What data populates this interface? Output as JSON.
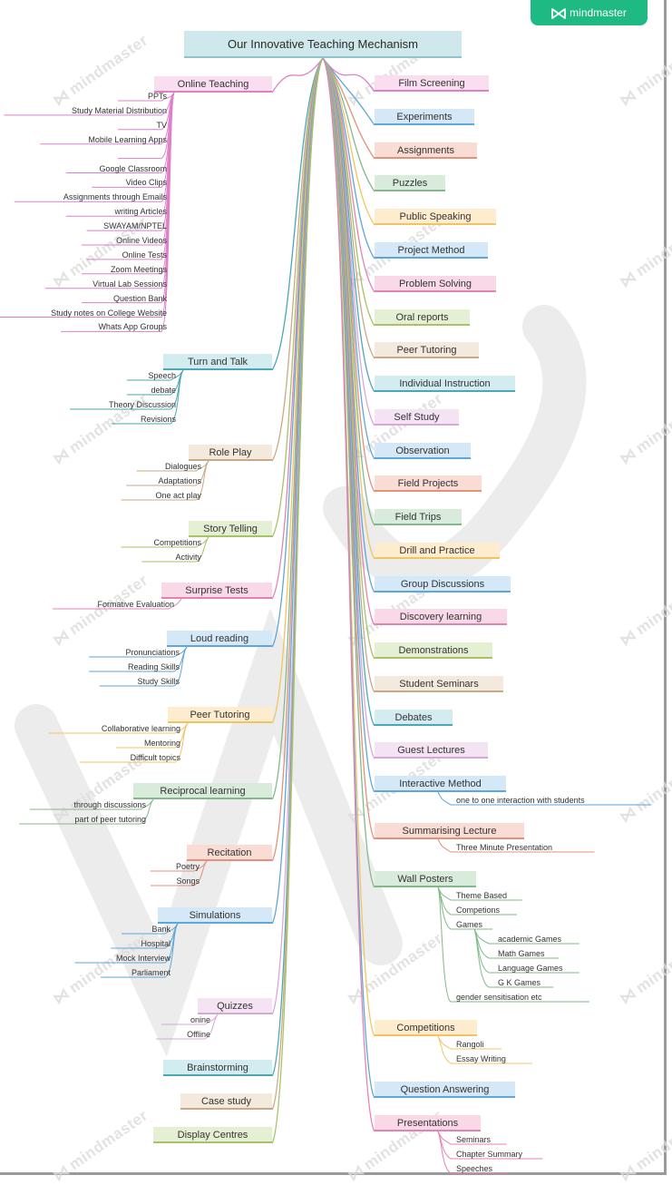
{
  "brand": {
    "label": "mindmaster",
    "color": "#1fb983"
  },
  "watermark_text": "mindmaster",
  "title": "Our Innovative Teaching Mechanism",
  "left_topics": [
    {
      "label": "Online Teaching",
      "color": "#e07fc9",
      "fill": "#f8deef",
      "children": [
        "PPTs",
        "Study  Material Distribution",
        "TV",
        "Mobile  Learning Apps",
        "",
        "Google Classroom",
        "Video Clips",
        "Assignments through Emails",
        "writing Articles",
        "SWAYAM/NPTEL",
        "Online Videos",
        "Online Tests",
        "Zoom Meetings",
        "Virtual Lab Sessions",
        "Question Bank",
        "Study notes on College Website",
        "Whats App  Groups"
      ]
    },
    {
      "label": "Turn and Talk",
      "color": "#4aa8b6",
      "fill": "#d3ecf0",
      "children": [
        "Speech",
        "debate",
        "Theory Discussion",
        "Revisions"
      ]
    },
    {
      "label": "Role Play",
      "color": "#c8aa86",
      "fill": "#f3e9dd",
      "children": [
        "Dialogues",
        "Adaptations",
        "One act play"
      ]
    },
    {
      "label": "Story Telling",
      "color": "#a8c266",
      "fill": "#e5efd3",
      "children": [
        "Competitions",
        "Activity"
      ]
    },
    {
      "label": "Surprise Tests",
      "color": "#e483b3",
      "fill": "#f9d9e8",
      "children": [
        "Formative Evaluation"
      ]
    },
    {
      "label": "Loud reading",
      "color": "#5fa6d9",
      "fill": "#d5e8f7",
      "children": [
        "Pronunciations",
        "Reading Skills",
        "Study Skills"
      ]
    },
    {
      "label": "Peer Tutoring",
      "color": "#f0c560",
      "fill": "#fdeccd",
      "children": [
        "Collaborative learning",
        "Mentoring",
        "Difficult topics"
      ]
    },
    {
      "label": "Reciprocal learning",
      "color": "#82b98a",
      "fill": "#d9ecdc",
      "children": [
        "through discussions",
        "part of peer tutoring"
      ]
    },
    {
      "label": "Recitation",
      "color": "#e4907a",
      "fill": "#f9dcd4",
      "children": [
        "Poetry",
        "Songs"
      ]
    },
    {
      "label": "Simulations",
      "color": "#5fa6d9",
      "fill": "#d5e8f7",
      "children": [
        "Bank",
        "Hospital",
        "Mock  Interview",
        "Parliament"
      ]
    },
    {
      "label": "Quizzes",
      "color": "#d9a6d8",
      "fill": "#f4e3f3",
      "children": [
        "onine",
        "Offline"
      ]
    },
    {
      "label": "Brainstorming",
      "color": "#4aa8b6",
      "fill": "#d3ecf0",
      "children": []
    },
    {
      "label": "Case study",
      "color": "#c8aa86",
      "fill": "#f3e9dd",
      "children": []
    },
    {
      "label": "Display Centres",
      "color": "#a8c266",
      "fill": "#e5efd3",
      "children": []
    }
  ],
  "right_topics": [
    {
      "label": "Film Screening",
      "color": "#e07fc9",
      "fill": "#f8deef",
      "children": []
    },
    {
      "label": "Experiments",
      "color": "#5fa6d9",
      "fill": "#d5e8f7",
      "children": []
    },
    {
      "label": "Assignments",
      "color": "#e4907a",
      "fill": "#f9dcd4",
      "children": []
    },
    {
      "label": "Puzzles",
      "color": "#82b98a",
      "fill": "#d9ecdc",
      "children": []
    },
    {
      "label": "Public Speaking",
      "color": "#f0c560",
      "fill": "#fdeccd",
      "children": []
    },
    {
      "label": "Project Method",
      "color": "#5fa6d9",
      "fill": "#d5e8f7",
      "children": []
    },
    {
      "label": "Problem Solving",
      "color": "#e483b3",
      "fill": "#f9d9e8",
      "children": []
    },
    {
      "label": "Oral reports",
      "color": "#a8c266",
      "fill": "#e5efd3",
      "children": []
    },
    {
      "label": "Peer Tutoring",
      "color": "#c8aa86",
      "fill": "#f3e9dd",
      "children": []
    },
    {
      "label": "Individual Instruction",
      "color": "#4aa8b6",
      "fill": "#d3ecf0",
      "children": []
    },
    {
      "label": "Self Study",
      "color": "#d9a6d8",
      "fill": "#f4e3f3",
      "children": []
    },
    {
      "label": "Observation",
      "color": "#5fa6d9",
      "fill": "#d5e8f7",
      "children": []
    },
    {
      "label": "Field Projects",
      "color": "#e4907a",
      "fill": "#f9dcd4",
      "children": []
    },
    {
      "label": "Field Trips",
      "color": "#82b98a",
      "fill": "#d9ecdc",
      "children": []
    },
    {
      "label": "Drill and Practice",
      "color": "#f0c560",
      "fill": "#fdeccd",
      "children": []
    },
    {
      "label": "Group Discussions",
      "color": "#5fa6d9",
      "fill": "#d5e8f7",
      "children": []
    },
    {
      "label": "Discovery learning",
      "color": "#e483b3",
      "fill": "#f9d9e8",
      "children": []
    },
    {
      "label": "Demonstrations",
      "color": "#a8c266",
      "fill": "#e5efd3",
      "children": []
    },
    {
      "label": "Student Seminars",
      "color": "#c8aa86",
      "fill": "#f3e9dd",
      "children": []
    },
    {
      "label": "Debates",
      "color": "#4aa8b6",
      "fill": "#d3ecf0",
      "children": []
    },
    {
      "label": "Guest Lectures",
      "color": "#d9a6d8",
      "fill": "#f4e3f3",
      "children": []
    },
    {
      "label": "Interactive Method",
      "color": "#5fa6d9",
      "fill": "#d5e8f7",
      "children": [
        {
          "label": "one to one interaction with students"
        }
      ]
    },
    {
      "label": "Summarising Lecture",
      "color": "#e4907a",
      "fill": "#f9dcd4",
      "children": [
        {
          "label": "Three Minute Presentation"
        }
      ]
    },
    {
      "label": "Wall Posters",
      "color": "#82b98a",
      "fill": "#d9ecdc",
      "children": [
        {
          "label": "Theme Based"
        },
        {
          "label": "Competions"
        },
        {
          "label": "Games",
          "children": [
            "academic Games",
            "Math Games",
            "Language Games",
            "G K Games"
          ]
        },
        {
          "label": "gender sensitisation etc"
        }
      ]
    },
    {
      "label": "Competitions",
      "color": "#f0c560",
      "fill": "#fdeccd",
      "children": [
        {
          "label": "Rangoli"
        },
        {
          "label": "Essay Writing"
        }
      ]
    },
    {
      "label": "Question Answering",
      "color": "#5fa6d9",
      "fill": "#d5e8f7",
      "children": []
    },
    {
      "label": "Presentations",
      "color": "#e483b3",
      "fill": "#f9d9e8",
      "children": [
        {
          "label": "Seminars"
        },
        {
          "label": "Chapter Summary"
        },
        {
          "label": "Speeches"
        }
      ]
    }
  ]
}
